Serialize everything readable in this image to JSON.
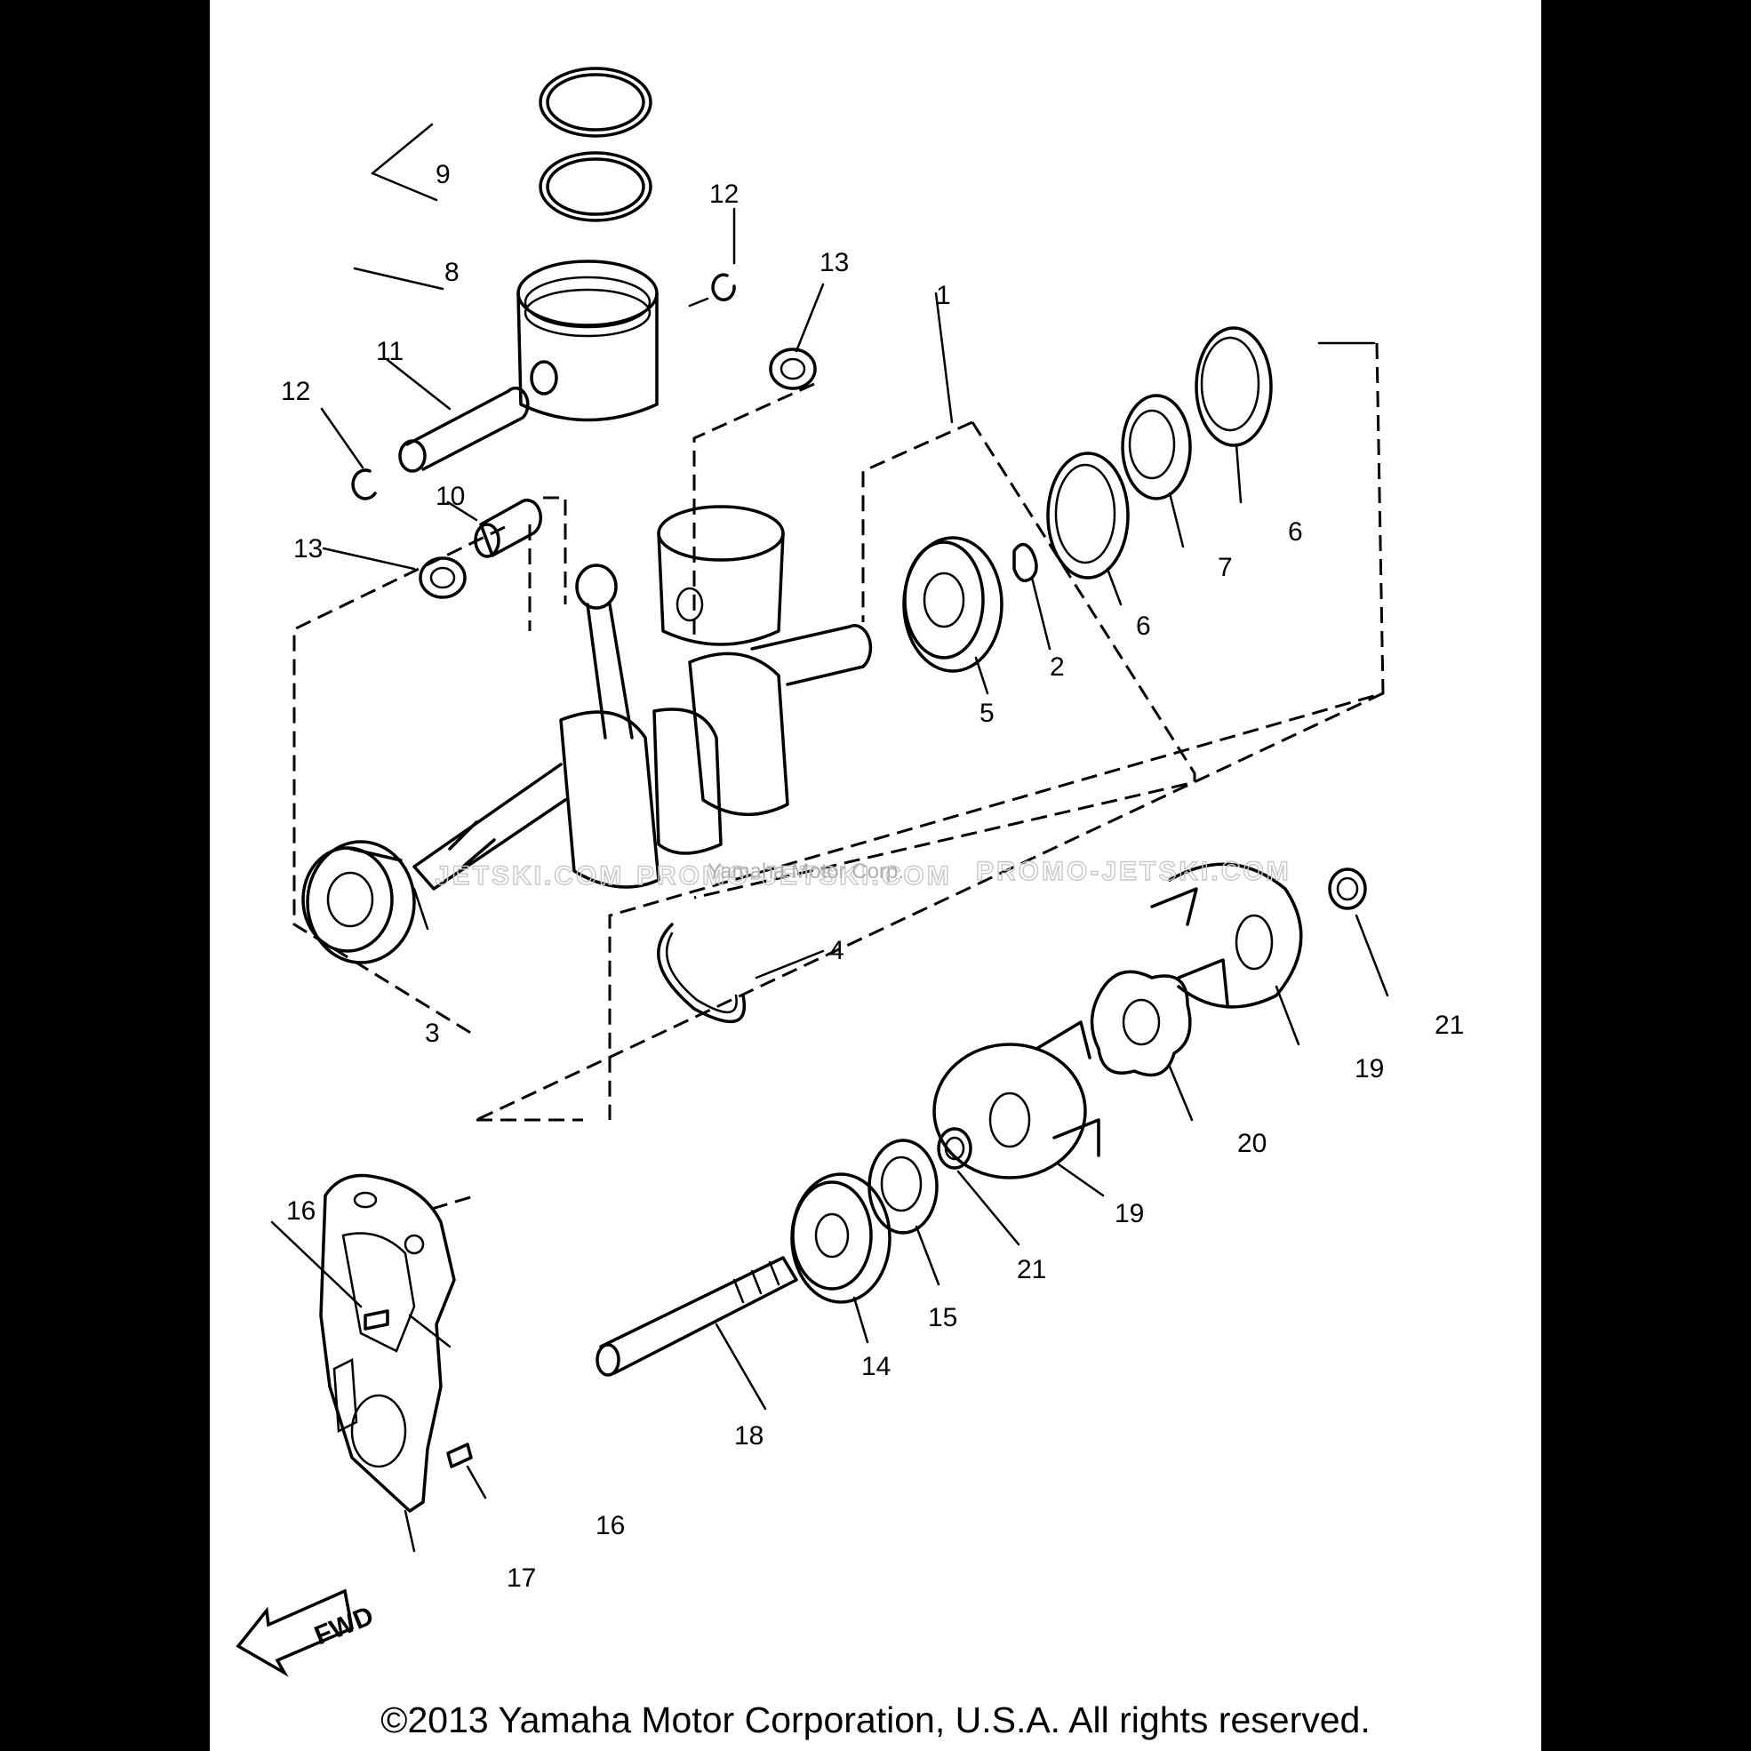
{
  "watermark": {
    "left": "JETSKI.COM",
    "middle": "PROMO-JETSKI.COM",
    "right": "PROMO-JETSKI.COM",
    "credit": "Yamaha Motor Corp."
  },
  "callouts": {
    "c1": "1",
    "c2": "2",
    "c3": "3",
    "c4": "4",
    "c5": "5",
    "c6a": "6",
    "c6b": "6",
    "c7": "7",
    "c8": "8",
    "c9": "9",
    "c10": "10",
    "c11": "11",
    "c12a": "12",
    "c12b": "12",
    "c13a": "13",
    "c13b": "13",
    "c14": "14",
    "c15": "15",
    "c16a": "16",
    "c16b": "16",
    "c17": "17",
    "c18": "18",
    "c19a": "19",
    "c19b": "19",
    "c20": "20",
    "c21a": "21",
    "c21b": "21"
  },
  "fwd_label": "FWD",
  "copyright": "©2013 Yamaha Motor Corporation, U.S.A. All rights reserved."
}
